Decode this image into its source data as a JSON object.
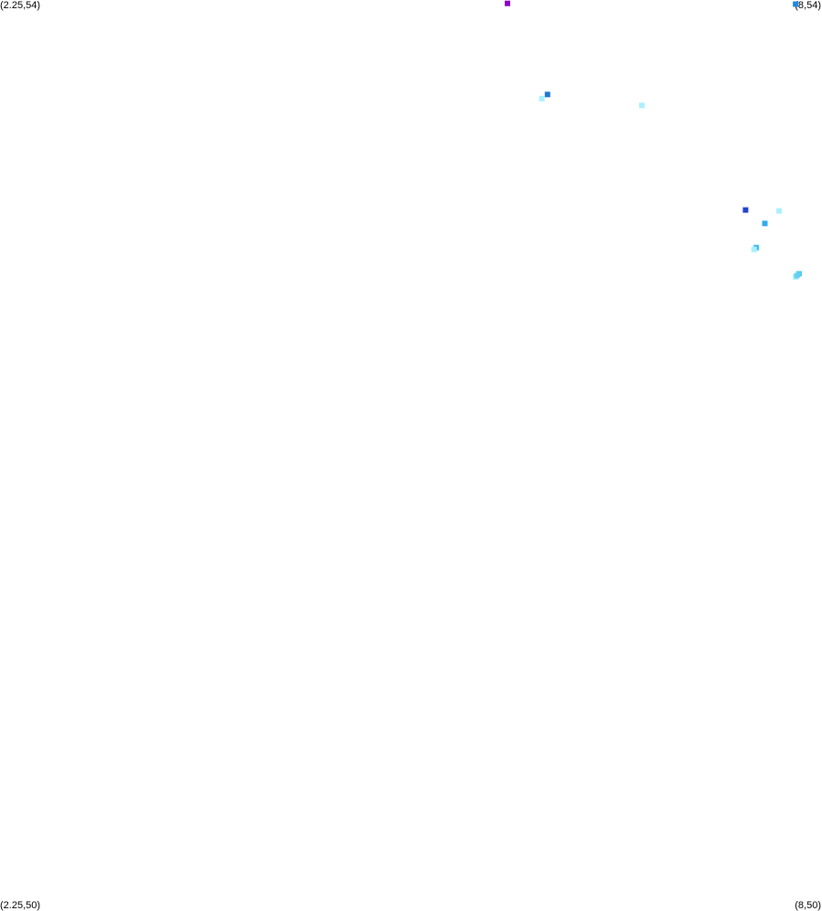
{
  "corners": {
    "top_left": "(2.25,54)",
    "top_right": "(8,54)",
    "bottom_left": "(2.25,50)",
    "bottom_right": "(8,50)"
  },
  "bounds": {
    "x_min": 2.25,
    "x_max": 8,
    "y_min": 50,
    "y_max": 54
  },
  "points": [
    {
      "x": 5.8,
      "y": 53.985,
      "color": "#8b00c8"
    },
    {
      "x": 7.815,
      "y": 53.982,
      "color": "#2288dd"
    },
    {
      "x": 6.08,
      "y": 53.585,
      "color": "#2277cc"
    },
    {
      "x": 6.04,
      "y": 53.567,
      "color": "#aaf0ff"
    },
    {
      "x": 6.74,
      "y": 53.537,
      "color": "#aaf0ff"
    },
    {
      "x": 7.465,
      "y": 53.078,
      "color": "#2244cc"
    },
    {
      "x": 7.7,
      "y": 53.074,
      "color": "#aaf0ff"
    },
    {
      "x": 7.6,
      "y": 53.019,
      "color": "#33aaee"
    },
    {
      "x": 7.54,
      "y": 52.913,
      "color": "#44bbee"
    },
    {
      "x": 7.525,
      "y": 52.905,
      "color": "#aaf0ff"
    },
    {
      "x": 7.84,
      "y": 52.798,
      "color": "#55ccf0"
    },
    {
      "x": 7.815,
      "y": 52.784,
      "color": "#aaf0ff"
    },
    {
      "x": 7.825,
      "y": 52.79,
      "color": "#66d0f2"
    }
  ]
}
